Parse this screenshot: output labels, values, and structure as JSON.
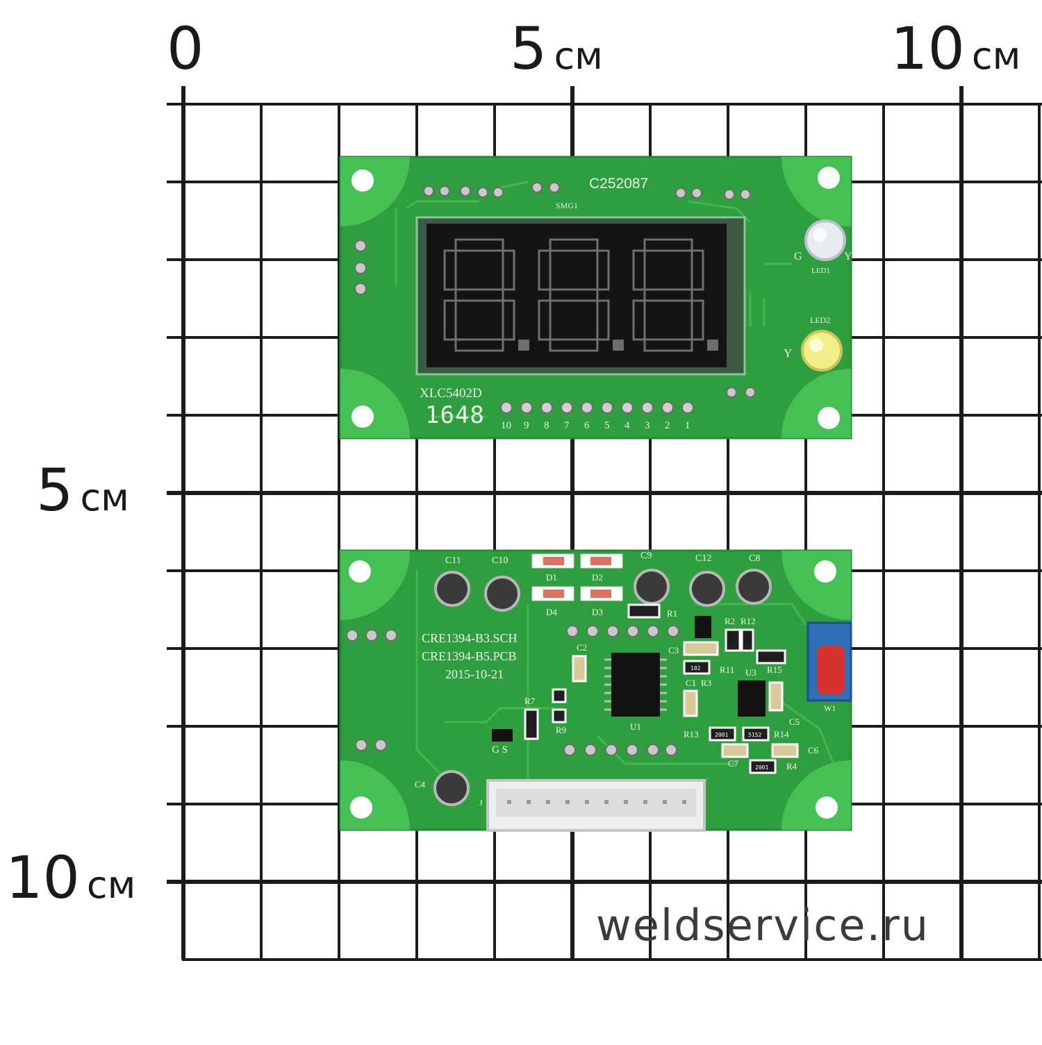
{
  "scale": {
    "top_zero": "0",
    "top_five": {
      "num": "5",
      "unit": "см"
    },
    "top_ten": {
      "num": "10",
      "unit": "см"
    },
    "left_five": {
      "num": "5",
      "unit": "см"
    },
    "left_ten": {
      "num": "10",
      "unit": "см"
    }
  },
  "watermark": "weldservice.ru",
  "front_board": {
    "part_code": "C252087",
    "display_ref": "SMG1",
    "board_model": "XLC5402D",
    "date_code": "1648",
    "pin_numbers": [
      "10",
      "9",
      "8",
      "7",
      "6",
      "5",
      "4",
      "3",
      "2",
      "1"
    ],
    "led1_ref": "LED1",
    "led1_g": "G",
    "led1_y": "Y",
    "led2_ref": "LED2",
    "led2_y": "Y",
    "colors": {
      "pcb": "#2f9e3f",
      "display": "#141414",
      "segment": "#6e6e6e"
    }
  },
  "back_board": {
    "sch_label": "CRE1394-B3.SCH",
    "pcb_label": "CRE1394-B5.PCB",
    "date_label": "2015-10-21",
    "refs": {
      "c11": "C11",
      "c10": "C10",
      "d1": "D1",
      "d2": "D2",
      "d3": "D3",
      "d4": "D4",
      "c9": "C9",
      "c12": "C12",
      "c8": "C8",
      "r1": "R1",
      "r2": "R2",
      "r12": "R12",
      "c3": "C3",
      "c2": "C2",
      "r11": "R11",
      "u3": "U3",
      "r15": "R15",
      "c1": "C1",
      "r3": "R3",
      "r7": "R7",
      "r9": "R9",
      "u1": "U1",
      "c5": "C5",
      "w1": "W1",
      "r13": "R13",
      "r14": "R14",
      "c6": "C6",
      "c7": "C7",
      "r4": "R4",
      "c4": "C4",
      "gs": "G S",
      "j": "J"
    },
    "codes": {
      "u1_code": "102",
      "r13_code": "2001",
      "r14_code": "5152",
      "r4_code": "2001"
    }
  }
}
